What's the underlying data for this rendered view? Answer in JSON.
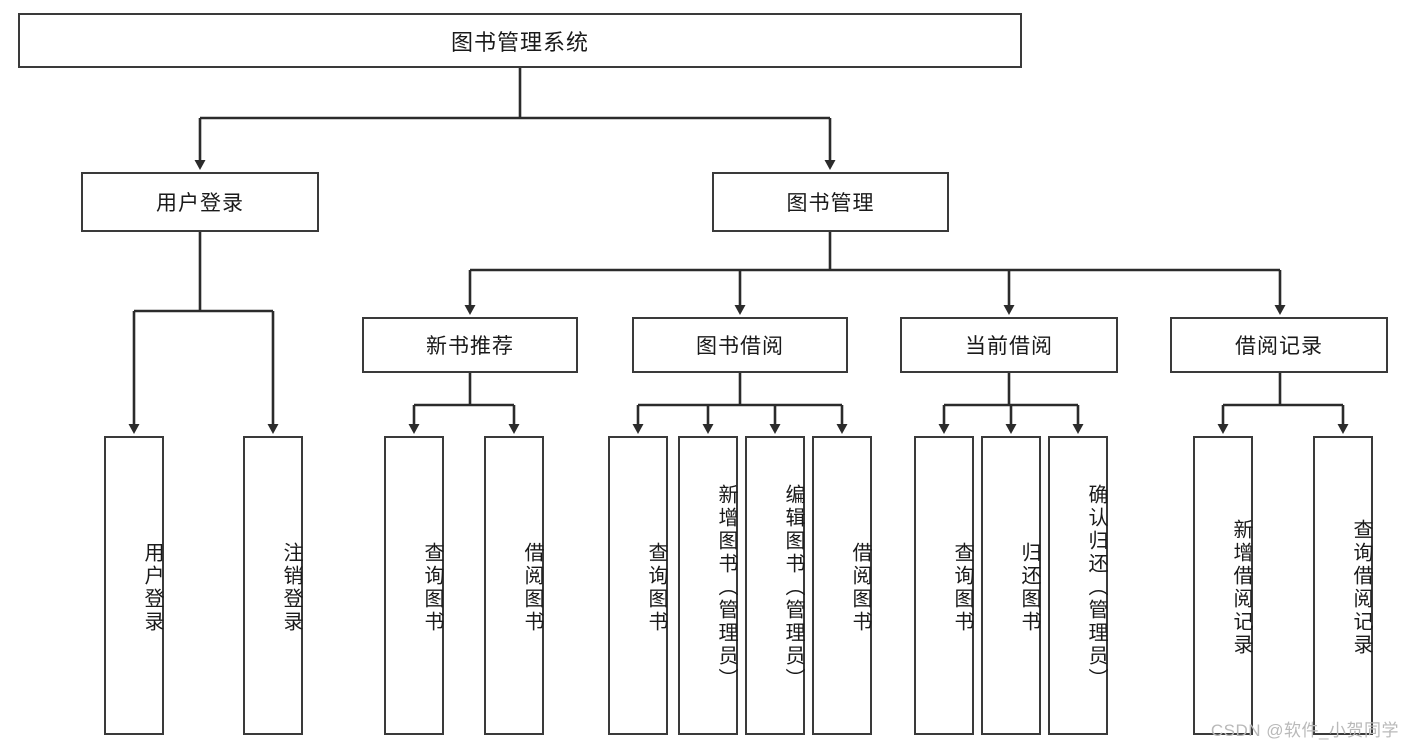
{
  "diagram": {
    "title": "图书管理系统",
    "type": "tree",
    "watermark": "CSDN @软件_小贺同学",
    "colors": {
      "box_border": "#3a3a3a",
      "box_fill": "#ffffff",
      "edge": "#2b2b2b",
      "text": "#1a1a1a",
      "watermark": "#b9b9b9",
      "background": "#ffffff"
    },
    "nodes": {
      "root": {
        "label": "图书管理系统",
        "level": 0,
        "orientation": "horizontal"
      },
      "l1": [
        {
          "id": "user-login",
          "label": "用户登录",
          "level": 1,
          "orientation": "horizontal"
        },
        {
          "id": "book-manage",
          "label": "图书管理",
          "level": 1,
          "orientation": "horizontal"
        }
      ],
      "l2": [
        {
          "id": "new-book-recommend",
          "label": "新书推荐",
          "level": 2,
          "orientation": "horizontal"
        },
        {
          "id": "book-borrow",
          "label": "图书借阅",
          "level": 2,
          "orientation": "horizontal"
        },
        {
          "id": "current-borrow",
          "label": "当前借阅",
          "level": 2,
          "orientation": "horizontal"
        },
        {
          "id": "borrow-record",
          "label": "借阅记录",
          "level": 2,
          "orientation": "horizontal"
        }
      ],
      "leaves": [
        {
          "id": "leaf-user-login",
          "label": "用户登录",
          "parent": "user-login"
        },
        {
          "id": "leaf-user-logout",
          "label": "注销登录",
          "parent": "user-login"
        },
        {
          "id": "leaf-query-book-1",
          "label": "查询图书",
          "parent": "new-book-recommend"
        },
        {
          "id": "leaf-borrow-book-1",
          "label": "借阅图书",
          "parent": "new-book-recommend"
        },
        {
          "id": "leaf-query-book-2",
          "label": "查询图书",
          "parent": "book-borrow"
        },
        {
          "id": "leaf-add-book",
          "label": "新增图书（管理员）",
          "parent": "book-borrow"
        },
        {
          "id": "leaf-edit-book",
          "label": "编辑图书（管理员）",
          "parent": "book-borrow"
        },
        {
          "id": "leaf-borrow-book-2",
          "label": "借阅图书",
          "parent": "book-borrow"
        },
        {
          "id": "leaf-query-book-3",
          "label": "查询图书",
          "parent": "current-borrow"
        },
        {
          "id": "leaf-return-book",
          "label": "归还图书",
          "parent": "current-borrow"
        },
        {
          "id": "leaf-confirm-return",
          "label": "确认归还（管理员）",
          "parent": "current-borrow"
        },
        {
          "id": "leaf-add-record",
          "label": "新增借阅记录",
          "parent": "borrow-record"
        },
        {
          "id": "leaf-query-record",
          "label": "查询借阅记录",
          "parent": "borrow-record"
        }
      ]
    }
  }
}
